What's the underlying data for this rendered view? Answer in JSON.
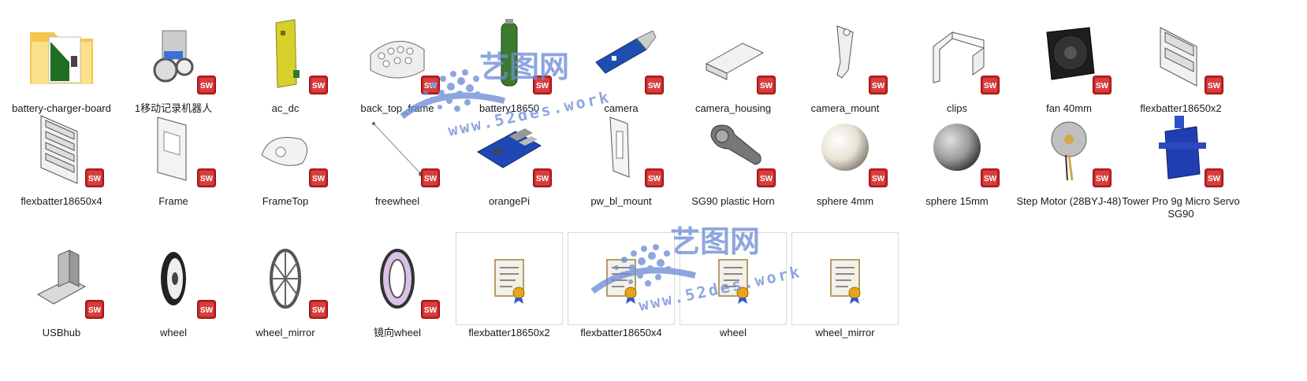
{
  "files": [
    {
      "label": "battery-charger-board",
      "icon": "folder-icon",
      "boxed": false
    },
    {
      "label": "1移动记录机器人",
      "icon": "robot-assembly-icon",
      "boxed": false
    },
    {
      "label": "ac_dc",
      "icon": "ac-dc-board-icon",
      "boxed": false
    },
    {
      "label": "back_top_frame",
      "icon": "back-top-frame-icon",
      "boxed": false
    },
    {
      "label": "battery18650",
      "icon": "battery-cell-icon",
      "boxed": false
    },
    {
      "label": "camera",
      "icon": "camera-module-icon",
      "boxed": false
    },
    {
      "label": "camera_housing",
      "icon": "camera-housing-icon",
      "boxed": false
    },
    {
      "label": "camera_mount",
      "icon": "camera-mount-icon",
      "boxed": false
    },
    {
      "label": "clips",
      "icon": "clips-icon",
      "boxed": false
    },
    {
      "label": "fan 40mm",
      "icon": "fan-icon",
      "boxed": false
    },
    {
      "label": "flexbatter18650x2",
      "icon": "battery-holder-x2-icon",
      "boxed": false
    },
    {
      "label": "flexbatter18650x4",
      "icon": "battery-holder-x4-icon",
      "boxed": false
    },
    {
      "label": "Frame",
      "icon": "frame-icon",
      "boxed": false
    },
    {
      "label": "FrameTop",
      "icon": "frame-top-icon",
      "boxed": false
    },
    {
      "label": "freewheel",
      "icon": "freewheel-icon",
      "boxed": false
    },
    {
      "label": "orangePi",
      "icon": "orangepi-board-icon",
      "boxed": false
    },
    {
      "label": "pw_bl_mount",
      "icon": "mount-bracket-icon",
      "boxed": false
    },
    {
      "label": "SG90 plastic Horn",
      "icon": "servo-horn-icon",
      "boxed": false
    },
    {
      "label": "sphere 4mm",
      "icon": "sphere-light-icon",
      "boxed": false
    },
    {
      "label": "sphere 15mm",
      "icon": "sphere-dark-icon",
      "boxed": false
    },
    {
      "label": "Step Motor (28BYJ-48)",
      "icon": "step-motor-icon",
      "boxed": false
    },
    {
      "label": "Tower Pro 9g Micro Servo SG90",
      "icon": "servo-icon",
      "boxed": false
    },
    {
      "label": "USBhub",
      "icon": "usb-hub-icon",
      "boxed": false
    },
    {
      "label": "wheel",
      "icon": "wheel-icon",
      "boxed": false
    },
    {
      "label": "wheel_mirror",
      "icon": "spoked-wheel-icon",
      "boxed": false
    },
    {
      "label": "镜向wheel",
      "icon": "wheel-mirror-icon",
      "boxed": false
    },
    {
      "label": "flexbatter18650x2",
      "icon": "certificate-icon",
      "boxed": true
    },
    {
      "label": "flexbatter18650x4",
      "icon": "certificate-icon",
      "boxed": true
    },
    {
      "label": "wheel",
      "icon": "certificate-icon",
      "boxed": true
    },
    {
      "label": "wheel_mirror",
      "icon": "certificate-icon",
      "boxed": true
    }
  ],
  "watermark": {
    "cn": "艺图网",
    "url": "www.52des.work"
  },
  "colors": {
    "sw_badge": "#cc1f1f",
    "watermark": "#6f8ed6"
  }
}
